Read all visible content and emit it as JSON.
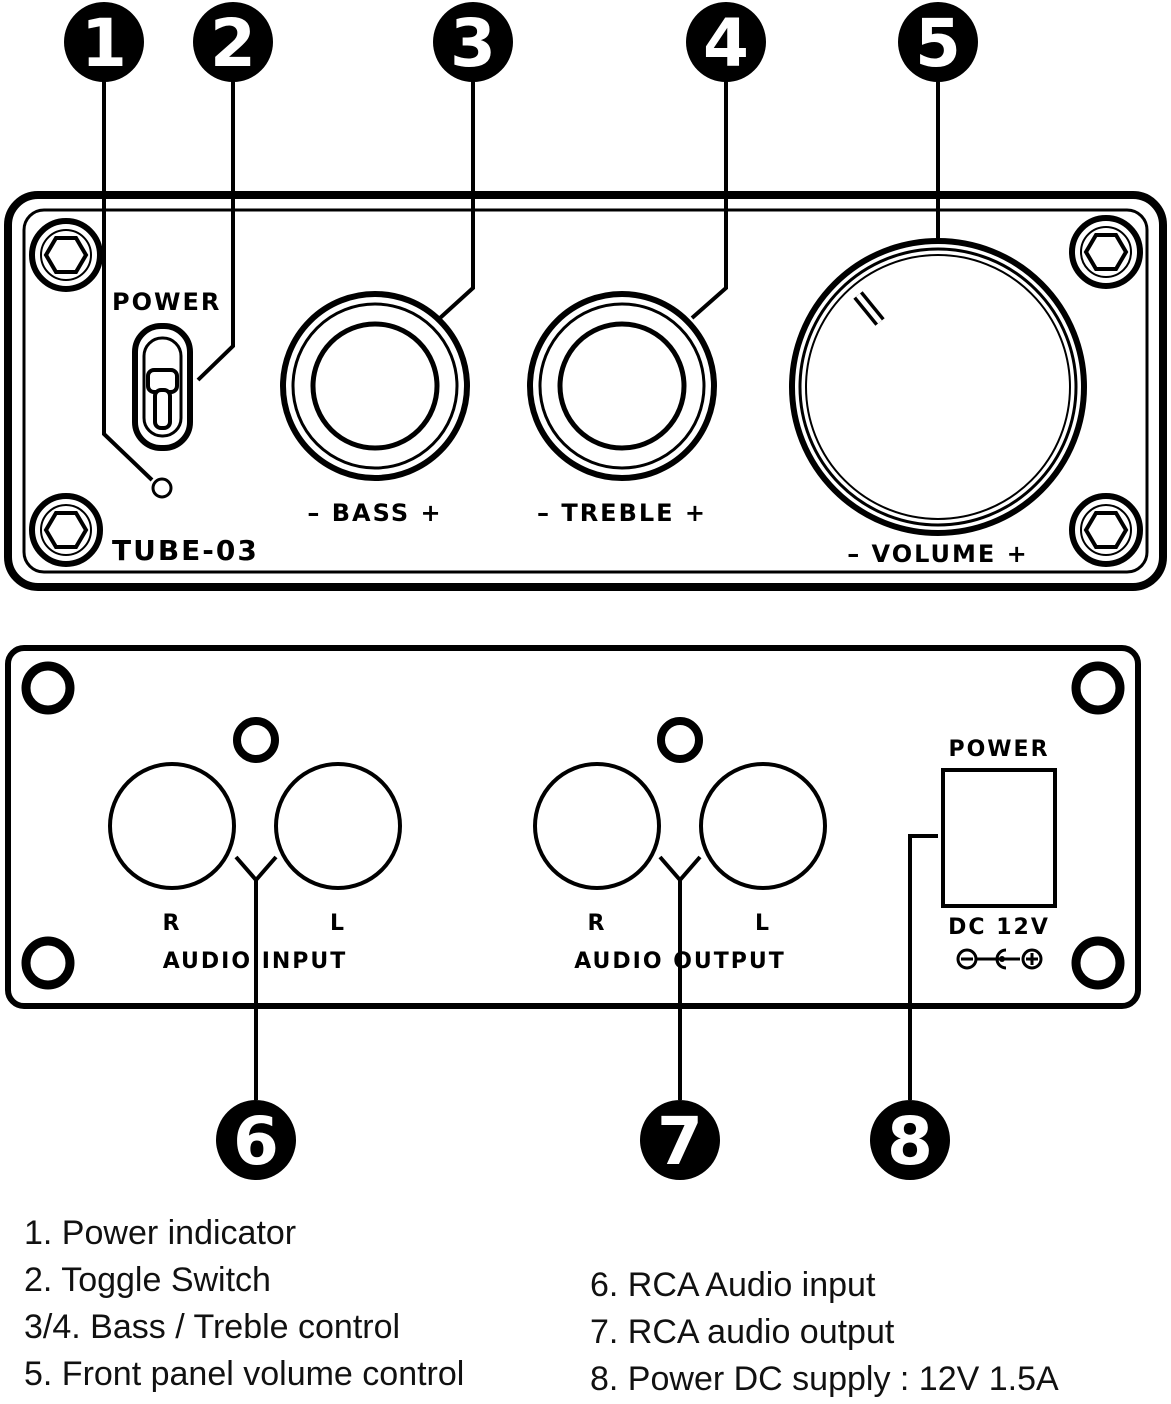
{
  "front_panel": {
    "power_label": "POWER",
    "model_label": "TUBE-03",
    "bass_label": "–  BASS  +",
    "treble_label": "–  TREBLE  +",
    "volume_label": "–  VOLUME  +"
  },
  "rear_panel": {
    "input_r": "R",
    "input_l": "L",
    "input_label": "AUDIO INPUT",
    "output_r": "R",
    "output_l": "L",
    "output_label": "AUDIO OUTPUT",
    "power_label": "POWER",
    "dc_label": "DC 12V"
  },
  "callouts": [
    "1",
    "2",
    "3",
    "4",
    "5",
    "6",
    "7",
    "8"
  ],
  "legend_left": [
    "1. Power indicator",
    "2. Toggle Switch",
    "3/4. Bass / Treble control",
    "5. Front panel volume control"
  ],
  "legend_right": [
    "6. RCA Audio input",
    "7. RCA audio output",
    "8. Power DC supply : 12V 1.5A"
  ]
}
